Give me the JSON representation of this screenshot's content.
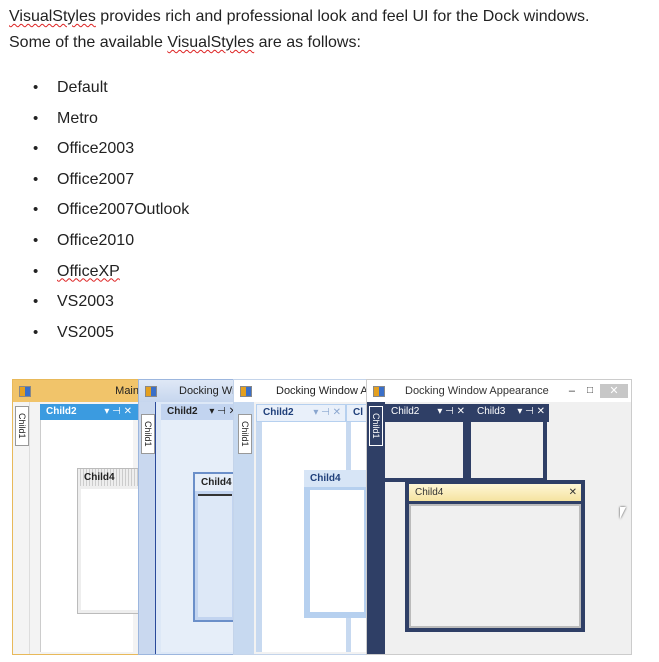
{
  "intro": {
    "line1_word": "VisualStyles",
    "line1_rest": " provides rich and professional look and feel UI for the Dock windows.",
    "line2_start": "Some of the available ",
    "line2_word": "VisualStyles",
    "line2_end": " are as follows:"
  },
  "styles": [
    "Default",
    "Metro",
    "Office2003",
    "Office2007",
    "Office2007Outlook",
    "Office2010",
    "OfficeXP",
    "VS2003",
    "VS2005"
  ],
  "screenshot": {
    "panel1": {
      "title": "Main",
      "left_tab": "Child1",
      "dock_tab": "Child2",
      "dock_glyphs": "▾ ⊣ ✕",
      "float_title": "Child4",
      "accent": "#f1c46a"
    },
    "panel2": {
      "title": "Docking Wi",
      "left_tab": "Child1",
      "dock_tab": "Child2",
      "dock_glyphs": "▾ ⊣ ✕",
      "float_title": "Child4",
      "accent": "#2a4a9a"
    },
    "panel3": {
      "title": "Docking Window A",
      "left_tab": "Child1",
      "dock_tab": "Child2",
      "dock_glyphs": "▾ ⊣ ✕",
      "right_dock_tab": "Cl",
      "float_title": "Child4",
      "accent": "#b6d0ef"
    },
    "panel4": {
      "title": "Docking Window Appearance",
      "left_tab": "Child1",
      "dock_tab_a": "Child2",
      "dock_glyphs_a": "▾ ⊣ ✕",
      "dock_tab_b": "Child3",
      "dock_glyphs_b": "▾ ⊣ ✕",
      "float_title": "Child4",
      "close_glyph": "✕",
      "min_glyph": "–",
      "max_glyph": "□",
      "accent": "#2f3f66"
    }
  }
}
